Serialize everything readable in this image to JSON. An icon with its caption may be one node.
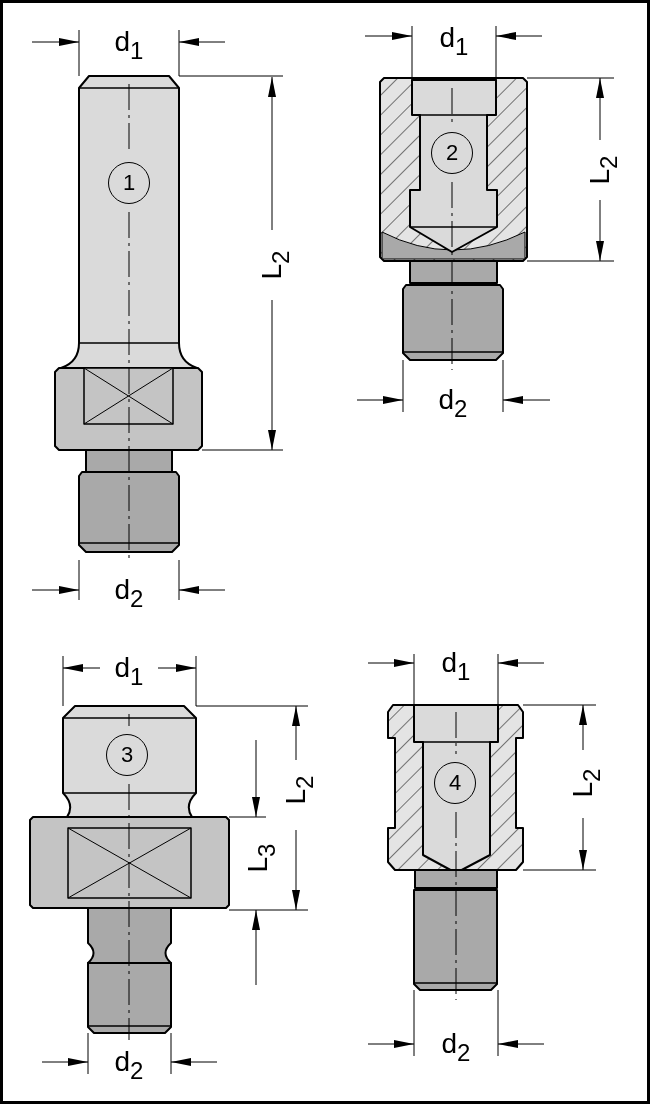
{
  "diagram": {
    "nodes": [
      {
        "text": [
          "1"
        ]
      },
      {
        "text": [
          "2"
        ]
      },
      {
        "text": [
          "3"
        ]
      },
      {
        "text": [
          "4"
        ]
      }
    ],
    "edges": [],
    "labels": [
      "d$_{1}$",
      "d$_{1}$",
      "L$_{2}$",
      "L$_{2}$",
      "d$_{2}$",
      "d$_{2}$",
      "d$_{1}$",
      "d$_{1}$",
      "L$_{2}$",
      "L$_{2}$",
      "L$_{3}$",
      "d$_{2}$",
      "d$_{2}$"
    ]
  }
}
